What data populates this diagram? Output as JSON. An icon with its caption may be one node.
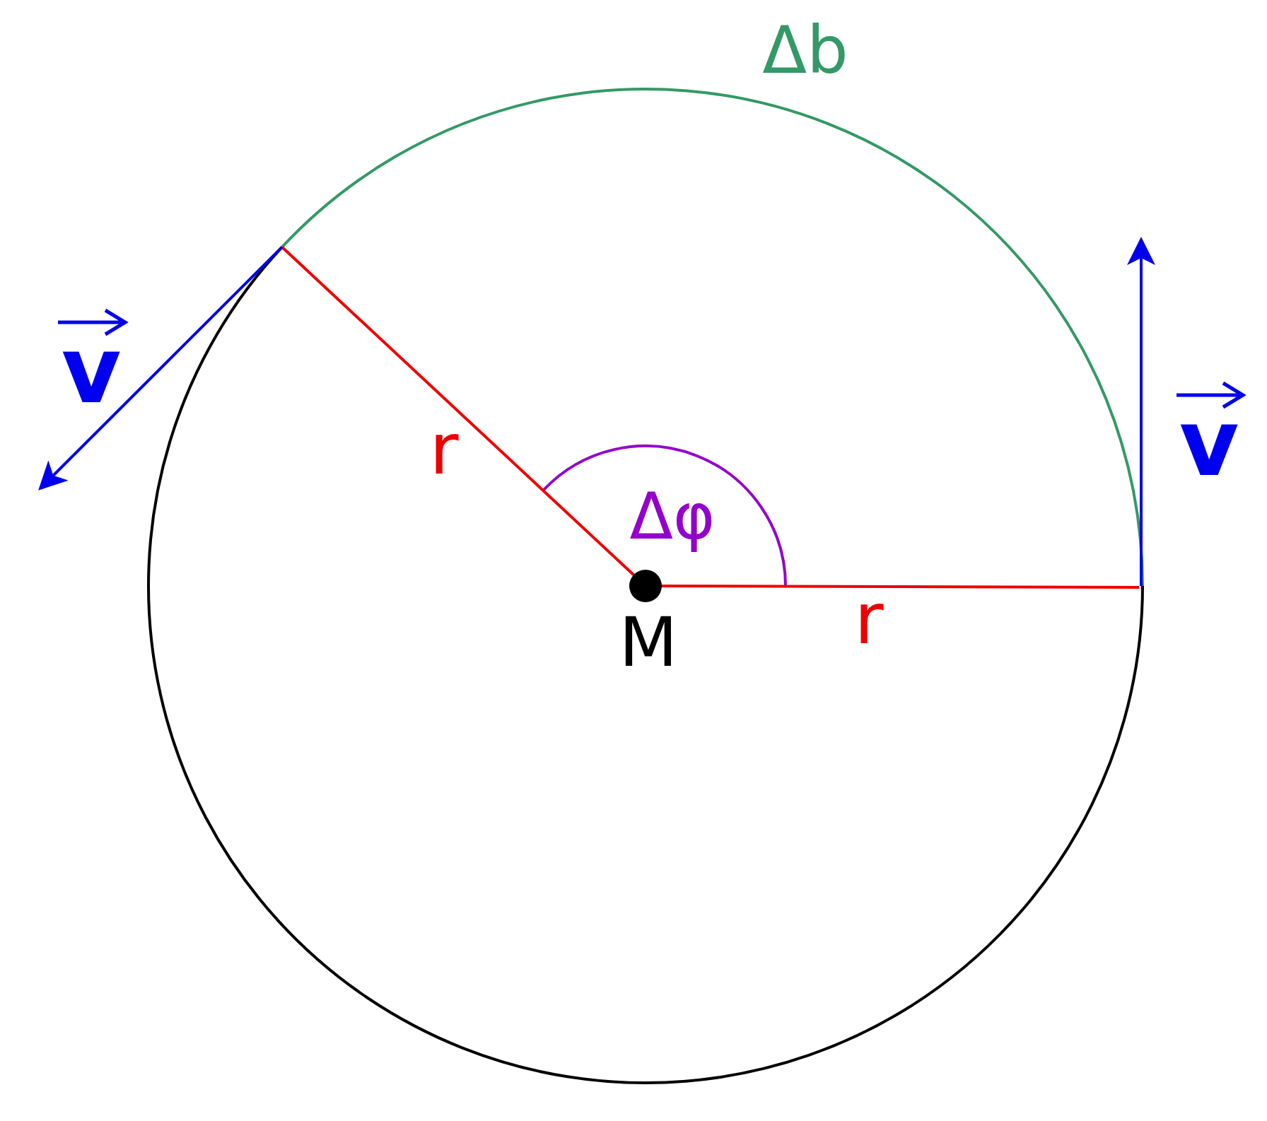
{
  "diagram": {
    "labels": [
      "Δb",
      "v",
      "v",
      "r",
      "Δφ",
      "r",
      "M"
    ]
  }
}
